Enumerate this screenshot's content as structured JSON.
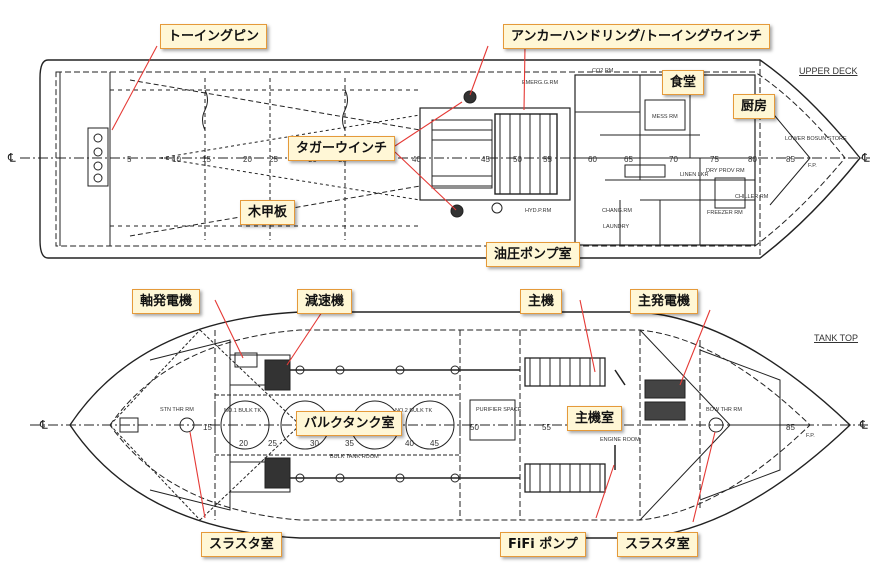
{
  "upper_deck": {
    "title": "UPPER DECK",
    "callouts": {
      "towing_pin": "トーイングピン",
      "anchor_towing_winch": "アンカーハンドリング/トーイングウインチ",
      "galley_mess": "食堂",
      "galley": "厨房",
      "tugger_winch": "タガーウインチ",
      "wood_deck": "木甲板",
      "hydraulic_pump_room": "油圧ポンプ室"
    },
    "room_labels": [
      "EMERG.G.RM",
      "CO2 RM",
      "MESS RM",
      "LINEN LKR",
      "DRY PROV RM",
      "LAUNDRY",
      "CHANG.RM",
      "HYD.P.RM",
      "FREEZER RM",
      "CHILLER RM",
      "LOWER BOSUN STORE",
      "F.P."
    ],
    "frame_numbers": [
      "5",
      "10",
      "15",
      "20",
      "25",
      "30",
      "35",
      "40",
      "45",
      "50",
      "55",
      "60",
      "65",
      "70",
      "75",
      "80",
      "85"
    ]
  },
  "tank_top": {
    "title": "TANK TOP",
    "callouts": {
      "shaft_generator": "軸発電機",
      "reduction_gear": "減速機",
      "main_engine": "主機",
      "main_generator": "主発電機",
      "bulk_tank_room": "バルクタンク室",
      "engine_room": "主機室",
      "thruster_room_aft": "スラスタ室",
      "fifi_pump": "FiFi ポンプ",
      "thruster_room_fwd": "スラスタ室"
    },
    "room_labels": [
      "STN THR RM",
      "NO.1 BULK TK",
      "NO.2 BULK TK",
      "BULK TANK ROOM",
      "PURIFIER SPACE",
      "ENGINE ROOM",
      "BOW THR RM",
      "F.P."
    ],
    "frame_numbers": [
      "15",
      "20",
      "25",
      "30",
      "35",
      "40",
      "45",
      "50",
      "55",
      "85"
    ]
  },
  "colors": {
    "callout_fill": "#fff7d6",
    "callout_border": "#e59a3a",
    "leader_line": "#e53935",
    "drawing": "#222222"
  }
}
